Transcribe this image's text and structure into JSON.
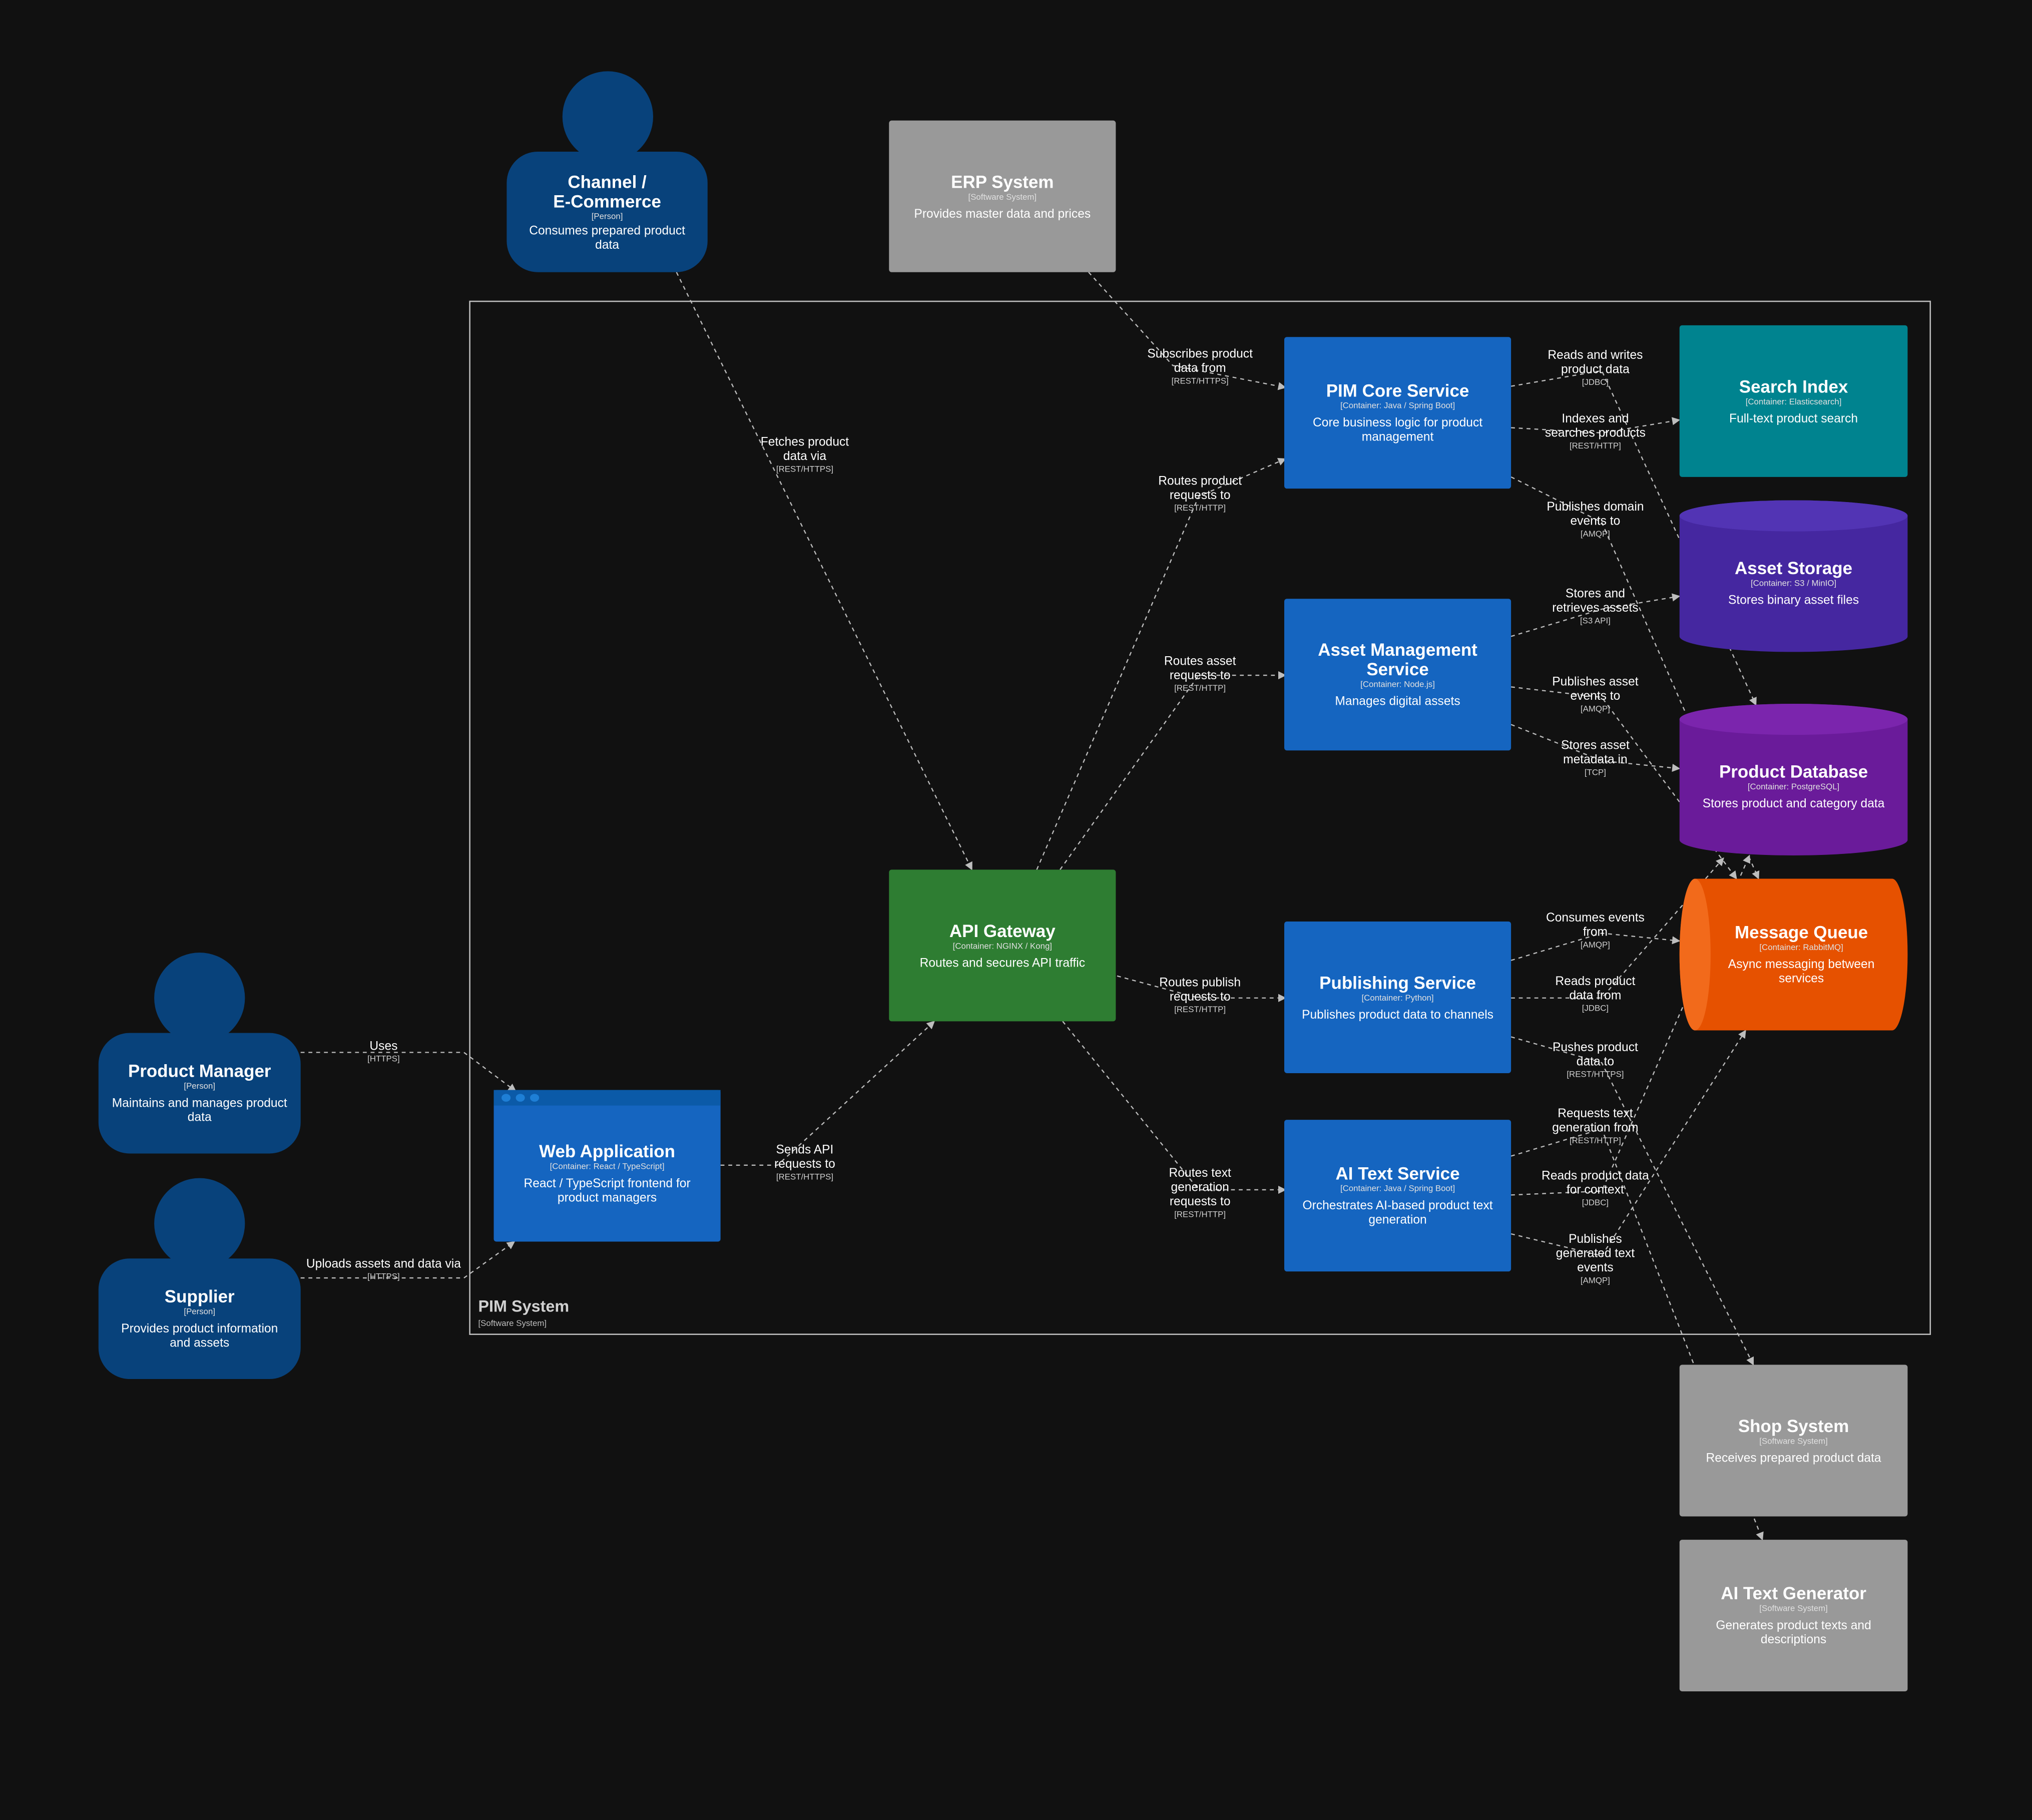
{
  "boundary": {
    "title": "PIM System",
    "type": "[Software System]"
  },
  "persons": {
    "channel": {
      "title": "Channel /\nE-Commerce",
      "type": "[Person]",
      "desc": "Consumes prepared product data"
    },
    "product_manager": {
      "title": "Product Manager",
      "type": "[Person]",
      "desc": "Maintains and manages product data"
    },
    "supplier": {
      "title": "Supplier",
      "type": "[Person]",
      "desc": "Provides product information and assets"
    }
  },
  "systems": {
    "erp": {
      "title": "ERP System",
      "type": "[Software System]",
      "desc": "Provides master data and prices"
    },
    "shop": {
      "title": "Shop System",
      "type": "[Software System]",
      "desc": "Receives prepared product data"
    },
    "ai_generator": {
      "title": "AI Text Generator",
      "type": "[Software System]",
      "desc": "Generates product texts and descriptions"
    }
  },
  "containers": {
    "web_app": {
      "title": "Web Application",
      "type": "[Container: React / TypeScript]",
      "desc": "React / TypeScript frontend for product managers"
    },
    "api_gateway": {
      "title": "API Gateway",
      "type": "[Container: NGINX / Kong]",
      "desc": "Routes and secures API traffic"
    },
    "pim_core": {
      "title": "PIM Core Service",
      "type": "[Container: Java / Spring Boot]",
      "desc": "Core business logic for product management"
    },
    "asset_mgmt": {
      "title": "Asset Management Service",
      "type": "[Container: Node.js]",
      "desc": "Manages digital assets"
    },
    "publishing": {
      "title": "Publishing Service",
      "type": "[Container: Python]",
      "desc": "Publishes product data to channels"
    },
    "ai_text": {
      "title": "AI Text Service",
      "type": "[Container: Java / Spring Boot]",
      "desc": "Orchestrates AI-based product text generation"
    },
    "search_index": {
      "title": "Search Index",
      "type": "[Container: Elasticsearch]",
      "desc": "Full-text product search"
    },
    "asset_storage": {
      "title": "Asset Storage",
      "type": "[Container: S3 / MinIO]",
      "desc": "Stores binary asset files"
    },
    "product_db": {
      "title": "Product Database",
      "type": "[Container: PostgreSQL]",
      "desc": "Stores product and category data"
    },
    "message_queue": {
      "title": "Message Queue",
      "type": "[Container: RabbitMQ]",
      "desc": "Async messaging between services"
    }
  },
  "edges": [
    {
      "id": "pm_uses",
      "label": "Uses",
      "tech": "[HTTPS]"
    },
    {
      "id": "supplier_uploads",
      "label": "Uploads assets and data via",
      "tech": "[HTTPS]"
    },
    {
      "id": "channel_fetches",
      "label": "Fetches product data via",
      "tech": "[REST/HTTPS]"
    },
    {
      "id": "web_sends",
      "label": "Sends API requests to",
      "tech": "[REST/HTTPS]"
    },
    {
      "id": "erp_subscribes",
      "label": "Subscribes product data from",
      "tech": "[REST/HTTPS]"
    },
    {
      "id": "gw_routes_product",
      "label": "Routes product requests to",
      "tech": "[REST/HTTP]"
    },
    {
      "id": "gw_routes_asset",
      "label": "Routes asset requests to",
      "tech": "[REST/HTTP]"
    },
    {
      "id": "gw_routes_publish",
      "label": "Routes publish requests to",
      "tech": "[REST/HTTP]"
    },
    {
      "id": "gw_routes_text",
      "label": "Routes text generation requests to",
      "tech": "[REST/HTTP]"
    },
    {
      "id": "core_rw",
      "label": "Reads and writes product data",
      "tech": "[JDBC]"
    },
    {
      "id": "core_index",
      "label": "Indexes and searches products",
      "tech": "[REST/HTTP]"
    },
    {
      "id": "core_events",
      "label": "Publishes domain events to",
      "tech": "[AMQP]"
    },
    {
      "id": "asset_store",
      "label": "Stores and retrieves assets",
      "tech": "[S3 API]"
    },
    {
      "id": "asset_events",
      "label": "Publishes asset events to",
      "tech": "[AMQP]"
    },
    {
      "id": "asset_meta",
      "label": "Stores asset metadata in",
      "tech": "[TCP]"
    },
    {
      "id": "pub_consumes",
      "label": "Consumes events from",
      "tech": "[AMQP]"
    },
    {
      "id": "pub_reads",
      "label": "Reads product data from",
      "tech": "[JDBC]"
    },
    {
      "id": "pub_pushes",
      "label": "Pushes product data to",
      "tech": "[REST/HTTPS]"
    },
    {
      "id": "ai_requests",
      "label": "Requests text generation from",
      "tech": "[REST/HTTP]"
    },
    {
      "id": "ai_reads",
      "label": "Reads product data for context",
      "tech": "[JDBC]"
    },
    {
      "id": "ai_events",
      "label": "Publishes generated text events",
      "tech": "[AMQP]"
    }
  ],
  "colors": {
    "background": "#111111",
    "person": "#08427b",
    "container": "#1565c0",
    "gateway": "#2e7d32",
    "external": "#999999",
    "search": "#00838f",
    "asset_storage": "#4527a0",
    "product_db": "#6a1b9a",
    "message_queue": "#e65100",
    "edge": "#bdbdbd"
  }
}
